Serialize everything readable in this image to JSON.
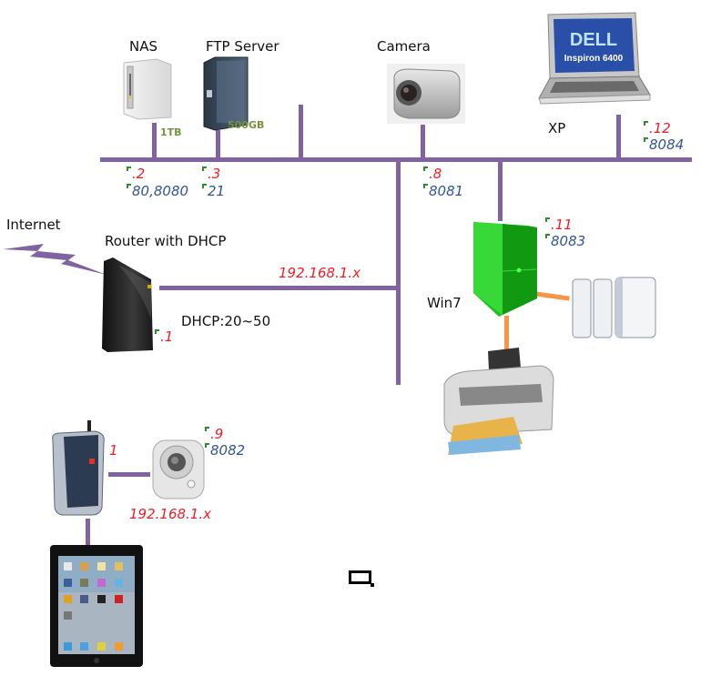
{
  "diagram": {
    "title": "Home network diagram",
    "colors": {
      "lan_line": "#8064a2",
      "usb_line": "#f79646",
      "ip_text": "#ee1c25",
      "port_text": "#2f5597",
      "capacity_text": "#77933c"
    },
    "nodes": {
      "nas": {
        "label": "NAS",
        "capacity": "1TB",
        "ip": ".2",
        "ports": "80,8080",
        "icon": "nas-icon"
      },
      "ftp": {
        "label": "FTP Server",
        "capacity": "500GB",
        "ip": ".3",
        "ports": "21",
        "icon": "hard-drive-icon"
      },
      "camera": {
        "label": "Camera",
        "ip": ".8",
        "ports": "8081",
        "icon": "camera-icon"
      },
      "xp": {
        "label": "XP",
        "ip": ".12",
        "ports": "8084",
        "icon": "laptop-icon",
        "laptop_brand": "DELL",
        "laptop_model": "Inspiron 6400"
      },
      "win7": {
        "label": "Win7",
        "ip": ".11",
        "ports": "8083",
        "icon": "desktop-tower-icon"
      },
      "router": {
        "label": "Router with DHCP",
        "ip": ".1",
        "dhcp": "DHCP:20~50",
        "subnet": "192.168.1.x",
        "icon": "router-icon"
      },
      "internet": {
        "label": "Internet",
        "icon": "lightning-icon"
      },
      "wifi_router": {
        "ip": "1",
        "subnet": "192.168.1.x",
        "icon": "wireless-router-icon"
      },
      "ipcam": {
        "ip": ".9",
        "ports": "8082",
        "icon": "ip-camera-icon"
      },
      "ipad": {
        "icon": "tablet-icon"
      },
      "printer": {
        "icon": "printer-icon"
      },
      "external_drives": {
        "icon": "external-drives-icon"
      }
    }
  }
}
